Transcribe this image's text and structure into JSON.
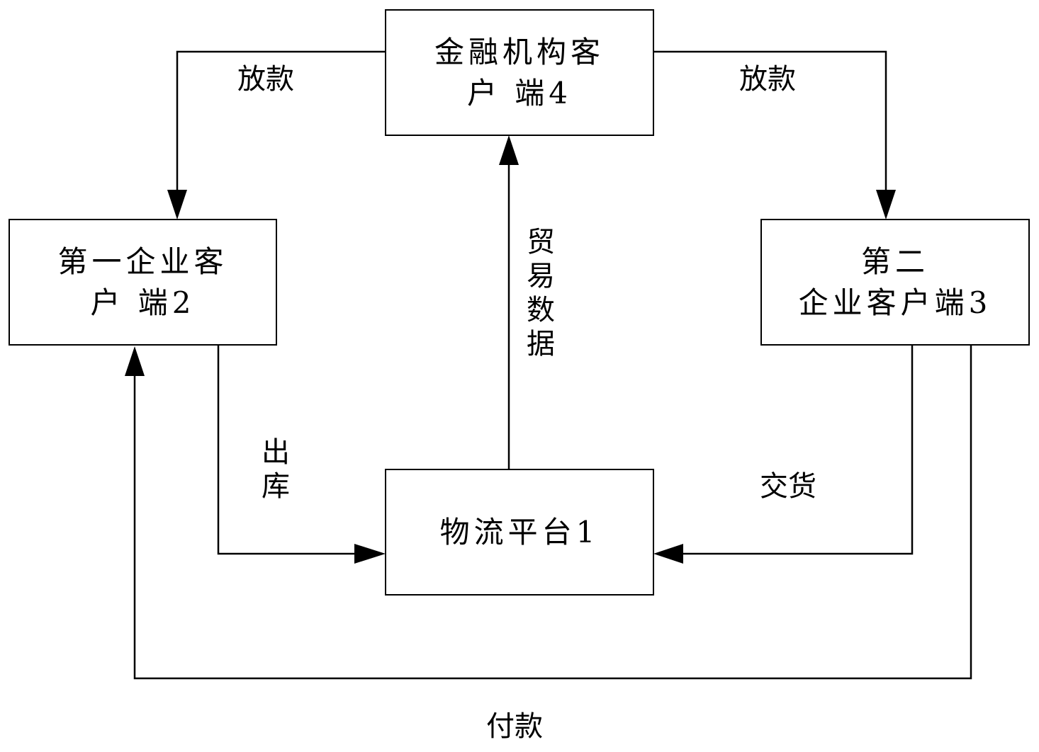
{
  "nodes": {
    "finance": {
      "line1": "金融机构客",
      "line2": "户 端4"
    },
    "enterprise1": {
      "line1": "第一企业客",
      "line2": "户 端2"
    },
    "enterprise2": {
      "line1": "第二",
      "line2": "企业客户端3"
    },
    "logistics": {
      "line1": "物流平台1"
    }
  },
  "edges": {
    "loan_left": "放款",
    "loan_right": "放款",
    "trade_data": "贸易数据",
    "outbound": "出库",
    "delivery": "交货",
    "payment": "付款"
  }
}
